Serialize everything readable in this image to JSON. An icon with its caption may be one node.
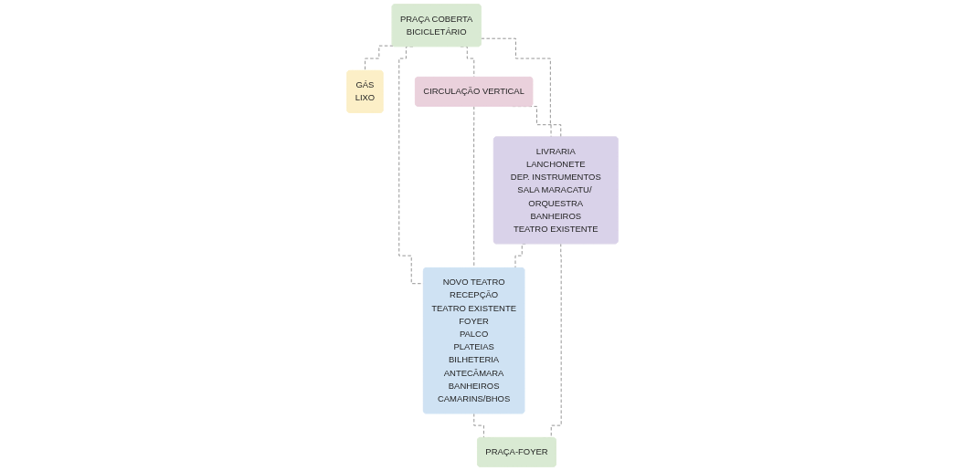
{
  "diagram": {
    "nodes": [
      {
        "text": [
          "PRAÇA COBERTA",
          "BICICLETÁRIO"
        ]
      },
      {
        "text": [
          "GÁS",
          "LIXO"
        ]
      },
      {
        "text": [
          "CIRCULAÇÃO VERTICAL"
        ]
      },
      {
        "text": [
          "NOVO TEATRO",
          "RECEPÇÃO",
          "TEATRO EXISTENTE",
          "FOYER",
          "PALCO",
          "PLATEIAS",
          "BILHETERIA",
          "ANTECÂMARA",
          "BANHEIROS",
          "CAMARINS/BHOS"
        ]
      },
      {
        "text": [
          "LIVRARIA",
          "LANCHONETE",
          "DEP. INSTRUMENTOS",
          "SALA MARACATU/ ORQUESTRA",
          "BANHEIROS",
          "TEATRO EXISTENTE"
        ]
      },
      {
        "text": [
          "PRAÇA-FOYER"
        ]
      }
    ],
    "edges": [
      {
        "from": 0,
        "to": 1,
        "arrow": "none",
        "style": "dashed"
      },
      {
        "from": 0,
        "to": 4,
        "arrow": "none",
        "style": "dashed"
      },
      {
        "from": 0,
        "to": 2,
        "arrow": "none",
        "style": "dashed"
      },
      {
        "from": 0,
        "to": 3,
        "arrow": "none",
        "style": "dashed"
      },
      {
        "from": 2,
        "to": 3,
        "arrow": "none",
        "style": "dashed"
      },
      {
        "from": 2,
        "to": 4,
        "arrow": "none",
        "style": "dashed"
      },
      {
        "from": 4,
        "to": 3,
        "arrow": "none",
        "style": "dashed"
      },
      {
        "from": 3,
        "to": 5,
        "arrow": "none",
        "style": "dashed"
      },
      {
        "from": 4,
        "to": 5,
        "arrow": "none",
        "style": "dashed"
      }
    ]
  }
}
